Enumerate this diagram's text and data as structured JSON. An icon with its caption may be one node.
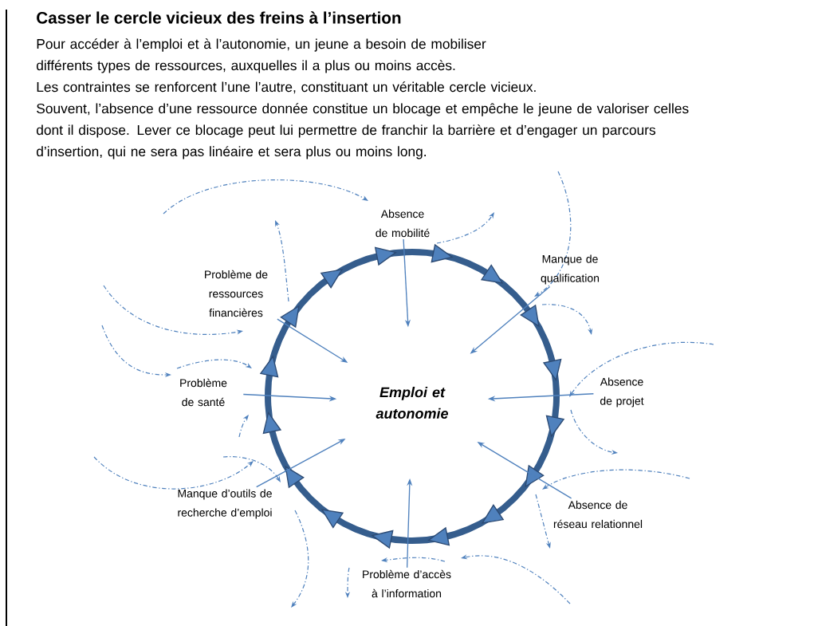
{
  "diagram": {
    "title": "Casser le cercle vicieux des freins à l’insertion",
    "nodes": [
      {
        "text": [
          "Emploi et autonomie"
        ]
      },
      {
        "text": [
          "Absence de mobilité"
        ]
      },
      {
        "text": [
          "Manque de qualification"
        ]
      },
      {
        "text": [
          "Absence de projet"
        ]
      },
      {
        "text": [
          "Absence de réseau relationnel"
        ]
      },
      {
        "text": [
          "Problème d’accès à l’information"
        ]
      },
      {
        "text": [
          "Manque d’outils de recherche d’emploi"
        ]
      },
      {
        "text": [
          "Problème de santé"
        ]
      },
      {
        "text": [
          "Problème de ressources financières"
        ]
      }
    ],
    "edges": [
      {
        "from": 1,
        "to": 0,
        "arrow": "to"
      },
      {
        "from": 2,
        "to": 0,
        "arrow": "to"
      },
      {
        "from": 3,
        "to": 0,
        "arrow": "to"
      },
      {
        "from": 4,
        "to": 0,
        "arrow": "to"
      },
      {
        "from": 5,
        "to": 0,
        "arrow": "to"
      },
      {
        "from": 6,
        "to": 0,
        "arrow": "to"
      },
      {
        "from": 7,
        "to": 0,
        "arrow": "to"
      },
      {
        "from": 8,
        "to": 0,
        "arrow": "to"
      }
    ],
    "labels": [
      "Pour accéder à l’emploi et à l’autonomie, un jeune a besoin de mobiliser différents types de ressources, auxquelles il a plus ou moins accès.",
      "Les contraintes se renforcent l’une l’autre, constituant un véritable cercle vicieux.",
      "Souvent, l’absence d’une ressource donnée constitue un blocage et empêche le jeune de valoriser celles dont il dispose. Lever ce blocage peut lui permettre de franchir la barrière et d’engager un parcours d’insertion, qui ne sera pas linéaire et sera plus ou moins long."
    ]
  }
}
